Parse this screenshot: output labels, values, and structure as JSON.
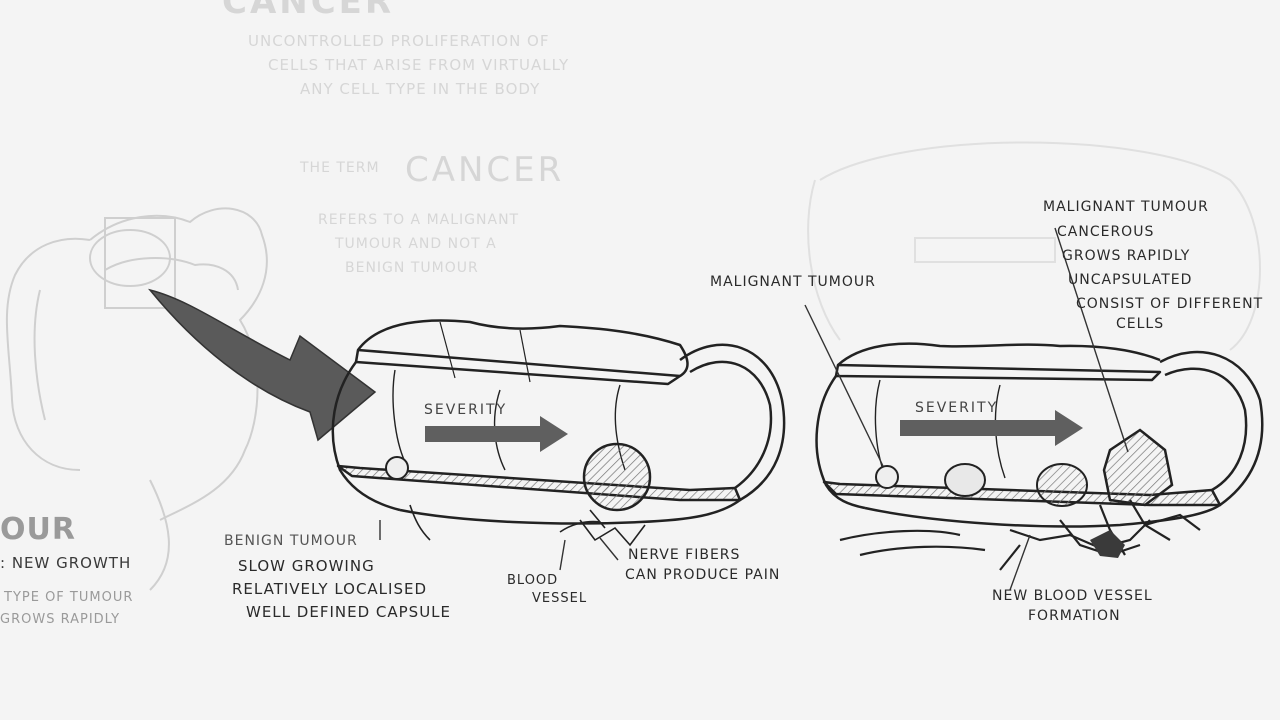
{
  "ghost": {
    "heading": "CANCER",
    "definition": [
      "UNCONTROLLED PROLIFERATION OF",
      "CELLS THAT ARISE FROM VIRTUALLY",
      "ANY CELL TYPE IN THE BODY"
    ],
    "term_prefix": "THE TERM",
    "term_word": "CANCER",
    "term_lines": [
      "REFERS TO A MALIGNANT",
      "TUMOUR AND NOT A",
      "BENIGN TUMOUR"
    ],
    "tumour_word": "OUR",
    "new_growth": ": NEW GROWTH",
    "type_lines": [
      "TYPE OF TUMOUR",
      "GROWS RAPIDLY"
    ]
  },
  "left_panel": {
    "severity_label": "SEVERITY",
    "benign_title": "BENIGN TUMOUR",
    "benign_points": [
      "SLOW GROWING",
      "RELATIVELY LOCALISED",
      "WELL DEFINED CAPSULE"
    ],
    "blood_vessel": [
      "BLOOD",
      "VESSEL"
    ],
    "nerve_fibers": [
      "NERVE FIBERS",
      "CAN PRODUCE PAIN"
    ]
  },
  "right_panel": {
    "severity_label": "SEVERITY",
    "malignant_label": "MALIGNANT TUMOUR",
    "malignant_title": "MALIGNANT TUMOUR",
    "malignant_points": [
      "CANCEROUS",
      "GROWS RAPIDLY",
      "UNCAPSULATED",
      "CONSIST OF DIFFERENT",
      "CELLS"
    ],
    "new_vessel": [
      "NEW BLOOD VESSEL",
      "FORMATION"
    ]
  },
  "colors": {
    "background": "#f4f4f4",
    "ink": "#2a2a2a",
    "arrow": "#5a5a5a",
    "ghost": "#d6d6d6"
  }
}
